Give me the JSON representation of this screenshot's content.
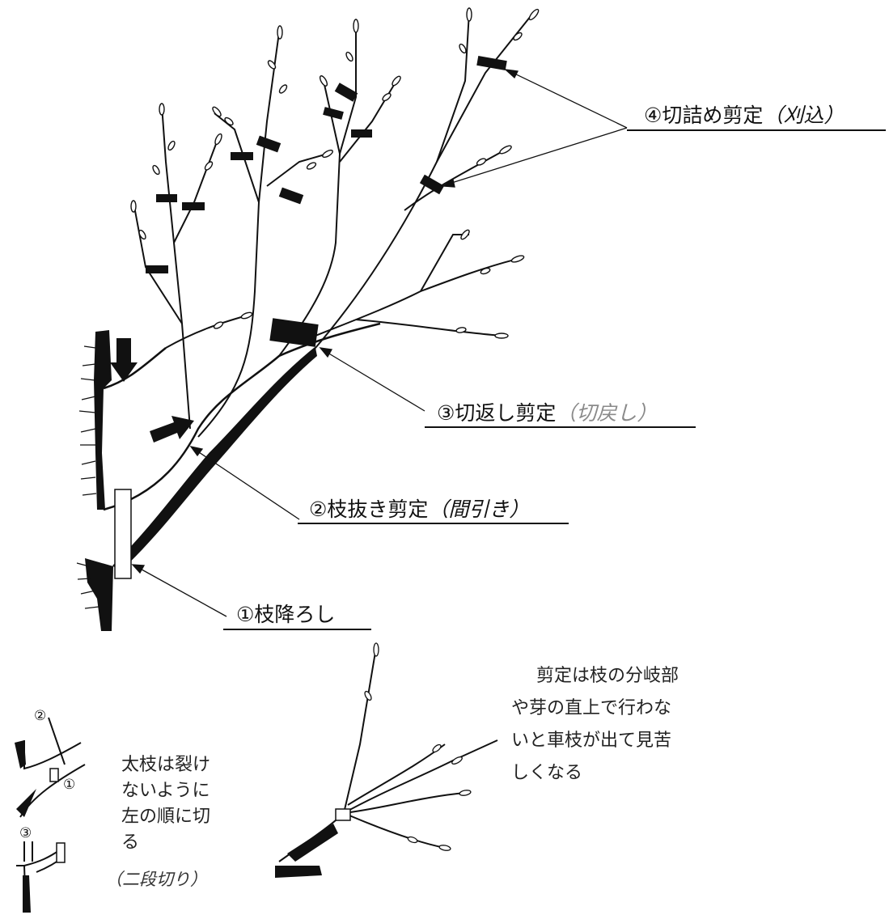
{
  "labels": {
    "cut4": {
      "main": "④切詰め剪定",
      "sub": "（刈込）"
    },
    "cut3": {
      "main": "③切返し剪定",
      "sub": "（切戻し）"
    },
    "cut2": {
      "main": "②枝抜き剪定",
      "sub": "（間引き）"
    },
    "cut1": {
      "main": "①枝降ろし"
    }
  },
  "notes": {
    "thick_branch": [
      "太枝は裂け",
      "ないように",
      "左の順に切",
      "る"
    ],
    "two_step": "（二段切り）",
    "pruning_rule": [
      "剪定は枝の分岐部",
      "や芽の直上で行わな",
      "いと車枝が出て見苦",
      "しくなる"
    ]
  },
  "step_numbers": [
    "②",
    "①",
    "③"
  ],
  "colors": {
    "ink": "#111111",
    "gray_text": "#8a8a8a"
  }
}
